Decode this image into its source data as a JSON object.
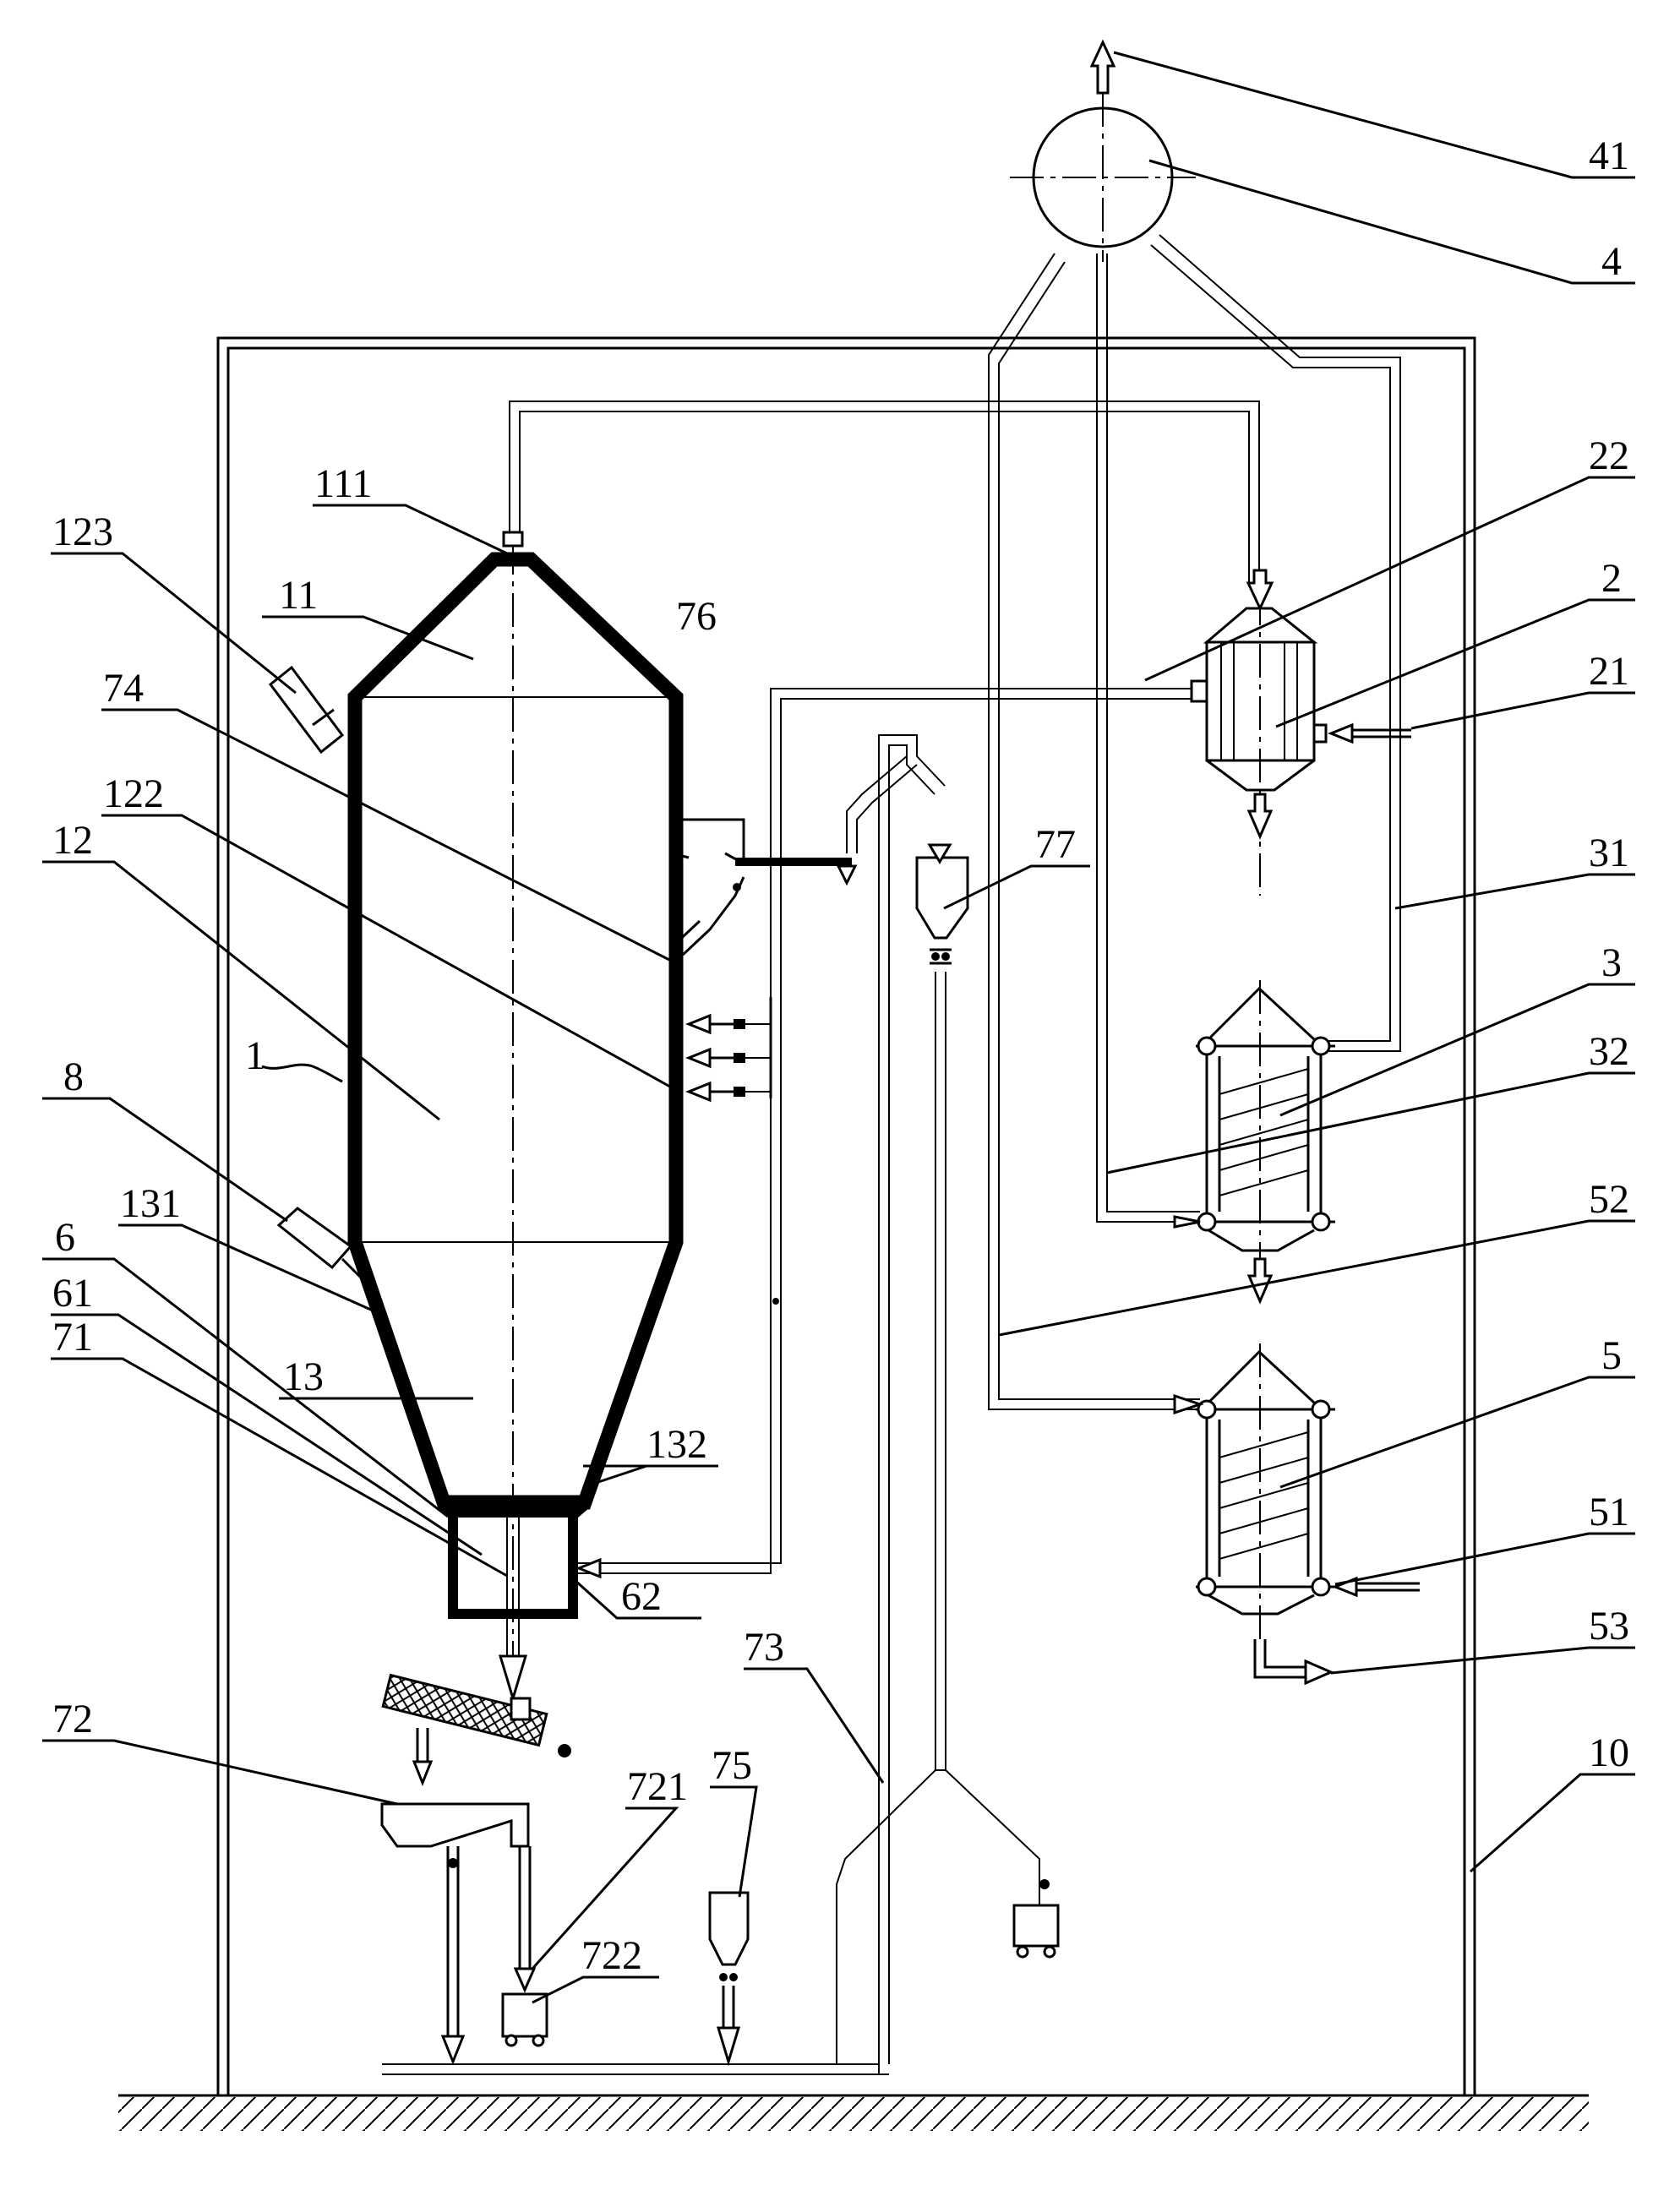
{
  "labels": {
    "l41": "41",
    "l4": "4",
    "l22": "22",
    "l2": "2",
    "l21": "21",
    "l31": "31",
    "l3": "3",
    "l32": "32",
    "l52": "52",
    "l5": "5",
    "l51": "51",
    "l53": "53",
    "l10": "10",
    "l111": "111",
    "l123": "123",
    "l11": "11",
    "l74": "74",
    "l122": "122",
    "l12": "12",
    "l1": "1",
    "l8": "8",
    "l131": "131",
    "l6": "6",
    "l61": "61",
    "l71": "71",
    "l72": "72",
    "l13": "13",
    "l132": "132",
    "l62": "62",
    "l76": "76",
    "l77": "77",
    "l73": "73",
    "l721": "721",
    "l75": "75",
    "l722": "722"
  }
}
